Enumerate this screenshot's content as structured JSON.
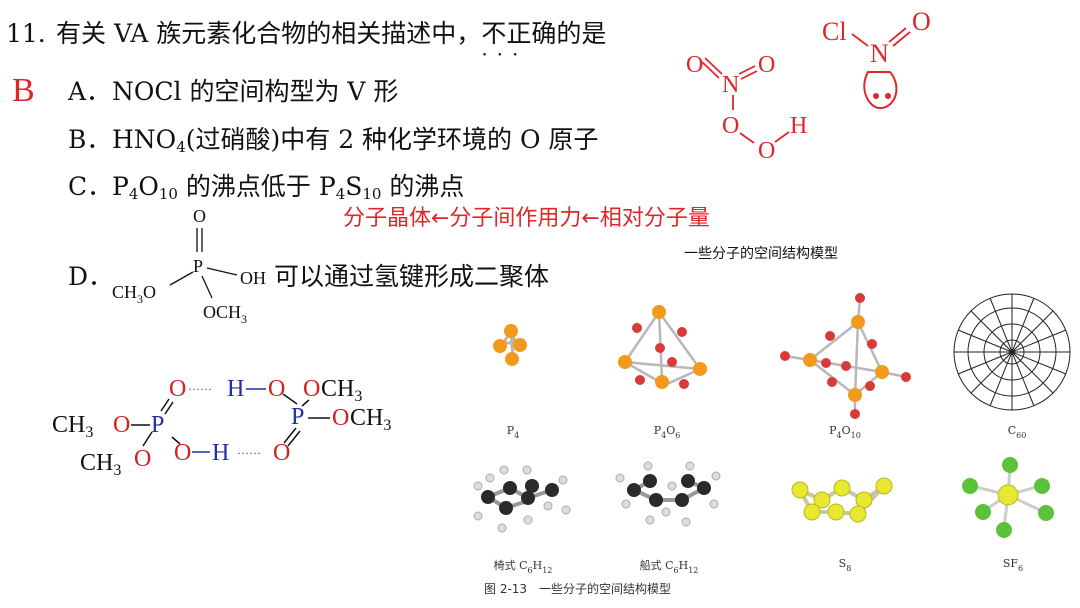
{
  "question": {
    "number": "11.",
    "stem_before": "有关 VA 族元素化合物的相关描述中，",
    "stem_emph": "不正确",
    "stem_after": "的是",
    "emph_dots": "···"
  },
  "answer_mark": "B",
  "options": [
    {
      "letter": "A．",
      "parts": [
        "NOCl 的空间构型为 V 形"
      ]
    },
    {
      "letter": "B．",
      "parts": [
        "HNO",
        "4",
        "(过硝酸)中有 2 种化学环境的 O 原子"
      ]
    },
    {
      "letter": "C．",
      "parts": [
        "P",
        "4",
        "O",
        "10",
        " 的沸点低于 P",
        "4",
        "S",
        "10",
        " 的沸点"
      ]
    },
    {
      "letter": "D．",
      "parts": [
        "可以通过氢键形成二聚体"
      ]
    }
  ],
  "red_note": "分子晶体←分子间作用力←相对分子量",
  "structure_D": {
    "O": "O",
    "P": "P",
    "OH": "OH",
    "CH3O": "CH",
    "sub3": "3",
    "O_tail": "O",
    "OCH3": "OCH",
    "sub3b": "3"
  },
  "dimer": {
    "O": "O",
    "H": "H",
    "P": "P",
    "CH": "CH",
    "three": "3",
    "dashes": "······"
  },
  "hno4": {
    "O": "O",
    "N": "N",
    "H": "H"
  },
  "nocl": {
    "Cl": "Cl",
    "N": "N",
    "O": "O"
  },
  "figure": {
    "title": "一些分子的空间结构模型",
    "caption": "图 2-13　一些分子的空间结构模型",
    "labels": [
      "P4",
      "P4O6",
      "P4O10",
      "C60",
      "椅式 C6H12",
      "船式 C6H12",
      "S8",
      "SF6"
    ]
  },
  "colors": {
    "red": "#e0262b",
    "blue": "#1f2fa8",
    "orange": "#f39a1d",
    "gray_bond": "#b8b8b8",
    "yellow": "#e8e830",
    "green": "#5cc23a"
  }
}
